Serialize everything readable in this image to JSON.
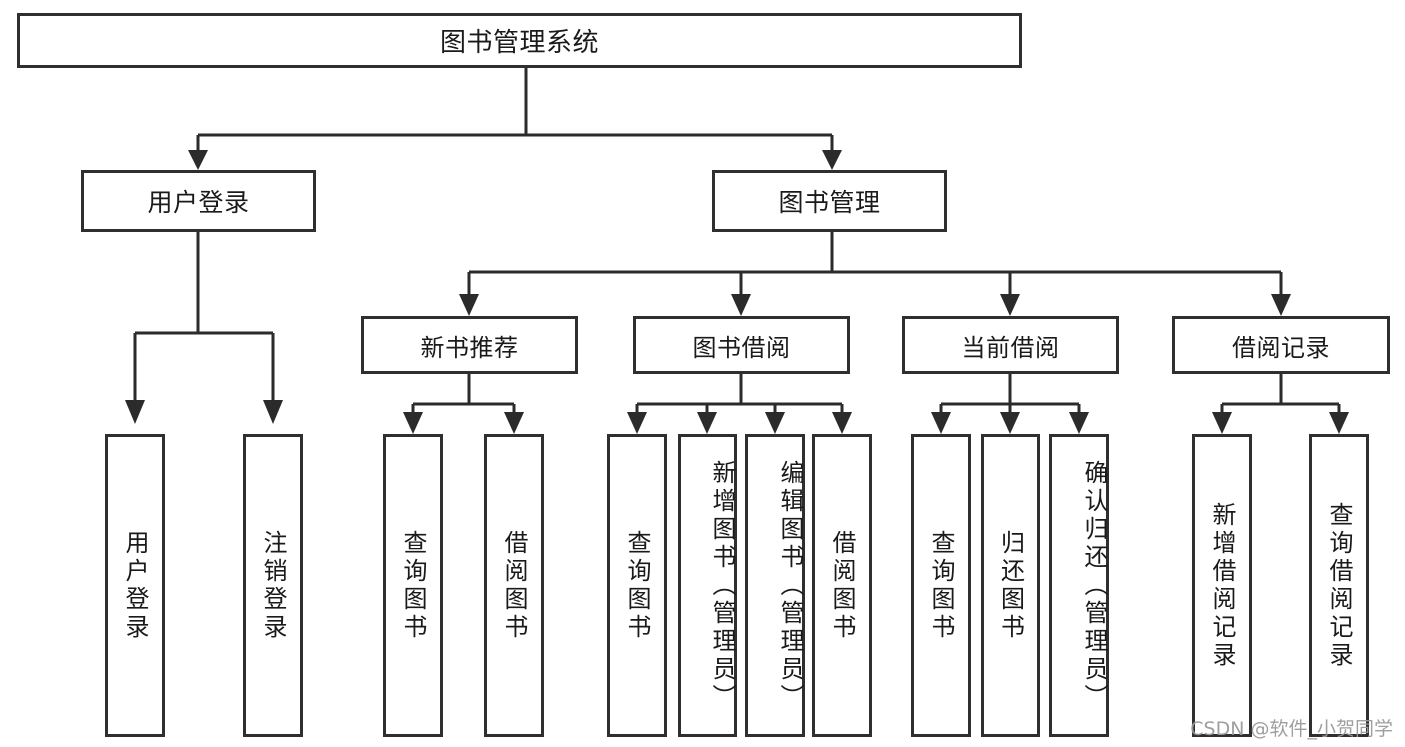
{
  "diagram": {
    "title": "图书管理系统",
    "type": "tree",
    "watermark": "CSDN @软件_小贺同学",
    "colors": {
      "box_border": "#2f2f2f",
      "connector": "#2b2b2b",
      "background": "#ffffff",
      "text": "#1a1a1a",
      "watermark": "#9a9a9a"
    },
    "root": {
      "label": "图书管理系统"
    },
    "level2": [
      {
        "label": "用户登录"
      },
      {
        "label": "图书管理"
      }
    ],
    "level3": [
      {
        "label": "新书推荐"
      },
      {
        "label": "图书借阅"
      },
      {
        "label": "当前借阅"
      },
      {
        "label": "借阅记录"
      }
    ],
    "leaves": {
      "user_login": [
        {
          "label": "用户登录"
        },
        {
          "label": "注销登录"
        }
      ],
      "new_book_recommend": [
        {
          "label": "查询图书"
        },
        {
          "label": "借阅图书"
        }
      ],
      "book_borrow": [
        {
          "label": "查询图书"
        },
        {
          "label": "新增图书（管理员）"
        },
        {
          "label": "编辑图书（管理员）"
        },
        {
          "label": "借阅图书"
        }
      ],
      "current_borrow": [
        {
          "label": "查询图书"
        },
        {
          "label": "归还图书"
        },
        {
          "label": "确认归还（管理员）"
        }
      ],
      "borrow_record": [
        {
          "label": "新增借阅记录"
        },
        {
          "label": "查询借阅记录"
        }
      ]
    }
  }
}
